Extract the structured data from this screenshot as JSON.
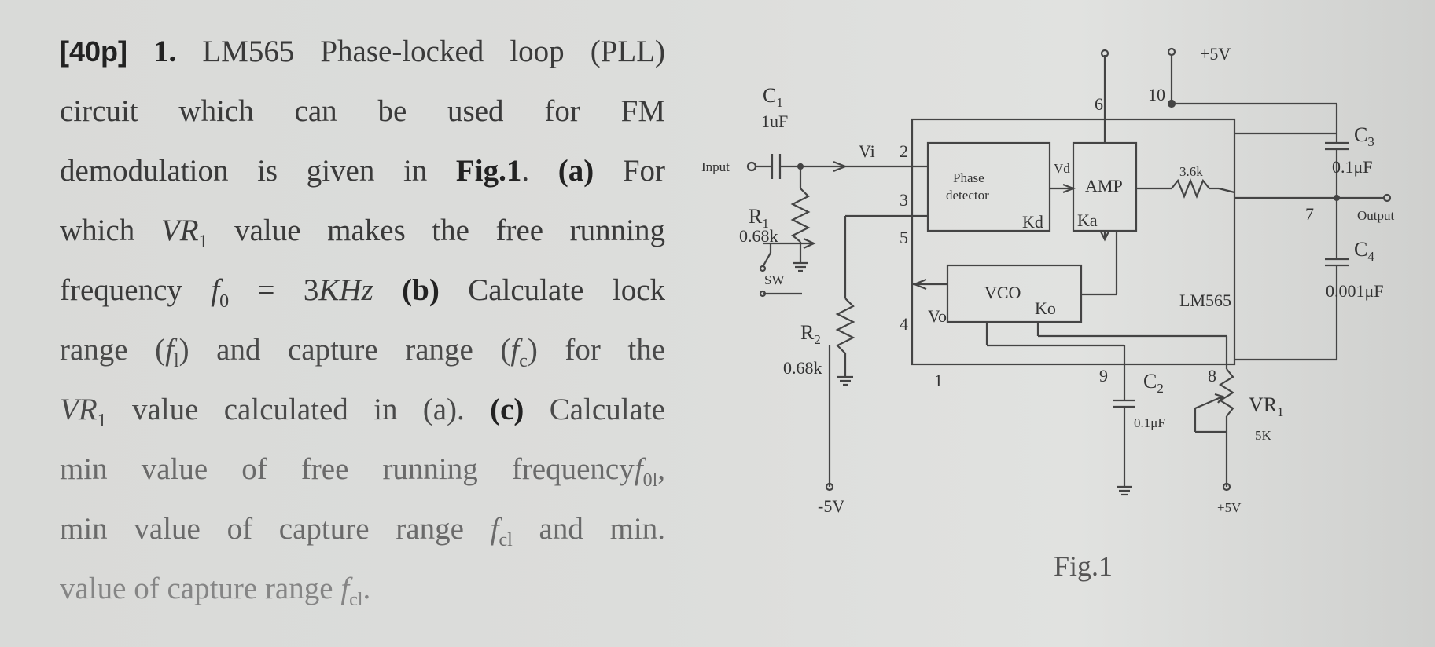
{
  "problem": {
    "points": "[40p]",
    "number": "1.",
    "title": "LM565 Phase-locked loop (PLL)",
    "line2": "circuit which can be used for FM",
    "line3a": "demodulation is given in ",
    "fig_ref": "Fig.1",
    "line3b": ". ",
    "part_a": "(a)",
    "line3c": " For",
    "line4a": "which ",
    "vr1": "VR",
    "vr1_sub": "1",
    "line4b": " value makes the free running",
    "line5a": "frequency ",
    "f0_sym": "f",
    "f0_sub": "0",
    "f0_eq": " = 3",
    "f0_unit": "KHz",
    "part_b": "(b)",
    "line5b": " Calculate lock",
    "line6a": "range (",
    "fl_sym": "f",
    "fl_sub": "l",
    "line6b": ") and capture range (",
    "fc_sym": "f",
    "fc_sub": "c",
    "line6c": ") for the",
    "line7a": " value calculated in (a). ",
    "part_c": "(c)",
    "line7b": " Calculate",
    "line8a": "min value of free running frequency",
    "f0l_sub": "0l",
    "line8b": ",",
    "line9a": "min value of capture range ",
    "fcl_sub": "cl",
    "line9b": " and min.",
    "line10a": "value of capture range ",
    "line10b": "."
  },
  "circuit": {
    "c1_label": "C",
    "c1_sub": "1",
    "c1_value": "1uF",
    "input_label": "Input",
    "r1_label": "R",
    "r1_sub": "1",
    "r1_value": "0.68k",
    "r2_label": "R",
    "r2_sub": "2",
    "r2_value": "0.68k",
    "vi_label": "Vi",
    "pin2": "2",
    "pin3": "3",
    "pin5": "5",
    "pin4": "4",
    "pin1": "1",
    "pin6": "6",
    "pin10": "10",
    "pin7": "7",
    "pin9": "9",
    "pin8": "8",
    "sw_label": "SW",
    "phase_detector_1": "Phase",
    "phase_detector_2": "detector",
    "kd_label": "Kd",
    "vd_label": "Vd",
    "amp_label": "AMP",
    "ka_label": "Ka",
    "vco_label": "VCO",
    "ko_label": "Ko",
    "vo_label": "Vo",
    "r36_label": "3.6k",
    "plus5v_top": "+5V",
    "c3_label": "C",
    "c3_sub": "3",
    "c3_value": "0.1μF",
    "output_label": "Output",
    "c4_label": "C",
    "c4_sub": "4",
    "c4_value": "0.001μF",
    "chip_label": "LM565",
    "c2_label": "C",
    "c2_sub": "2",
    "c2_value": "0.1μF",
    "vr1_label": "VR",
    "vr1_sub": "1",
    "vr1_value": "5K",
    "minus5v": "-5V",
    "plus5v_bottom": "+5V"
  },
  "figure": {
    "caption": "Fig.1"
  }
}
